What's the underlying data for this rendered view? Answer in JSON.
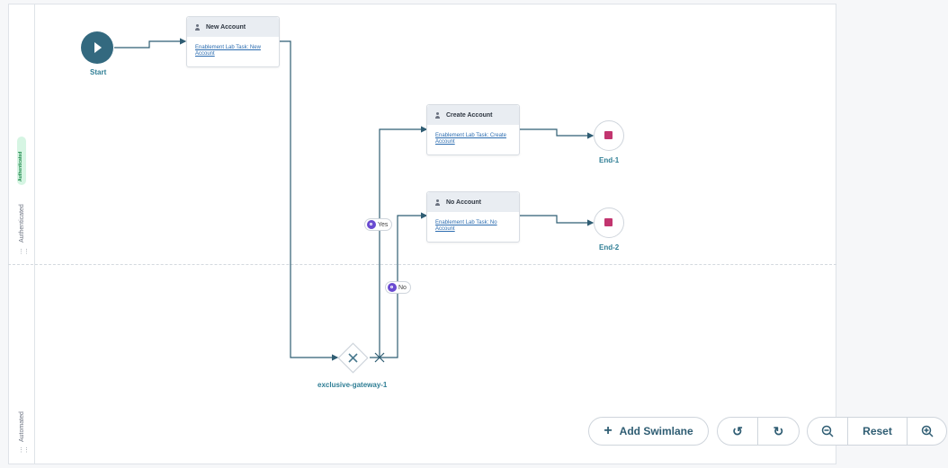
{
  "lanes": [
    {
      "name": "Authenticated",
      "badge": "Authenticated"
    },
    {
      "name": "Automated"
    }
  ],
  "events": {
    "start": {
      "label": "Start"
    },
    "end1": {
      "label": "End-1"
    },
    "end2": {
      "label": "End-2"
    }
  },
  "tasks": {
    "new_account": {
      "title": "New Account",
      "link": "Enablement Lab Task: New Account"
    },
    "create_account": {
      "title": "Create Account",
      "link": "Enablement Lab Task: Create Account"
    },
    "no_account": {
      "title": "No Account",
      "link": "Enablement Lab Task: No Account"
    }
  },
  "gateway": {
    "label": "exclusive-gateway-1",
    "icon": "x-icon"
  },
  "edge_tags": {
    "yes": "Yes",
    "no": "No"
  },
  "toolbar": {
    "add_swimlane": "Add Swimlane",
    "undo_icon": "undo-icon",
    "redo_icon": "redo-icon",
    "zoom_out_icon": "zoom-out-icon",
    "reset": "Reset",
    "zoom_in_icon": "zoom-in-icon"
  },
  "colors": {
    "flow": "#2f5d73",
    "start": "#33697f",
    "end_marker": "#c2356f",
    "label": "#2f7e95",
    "tag_icon": "#6a4bd1"
  }
}
